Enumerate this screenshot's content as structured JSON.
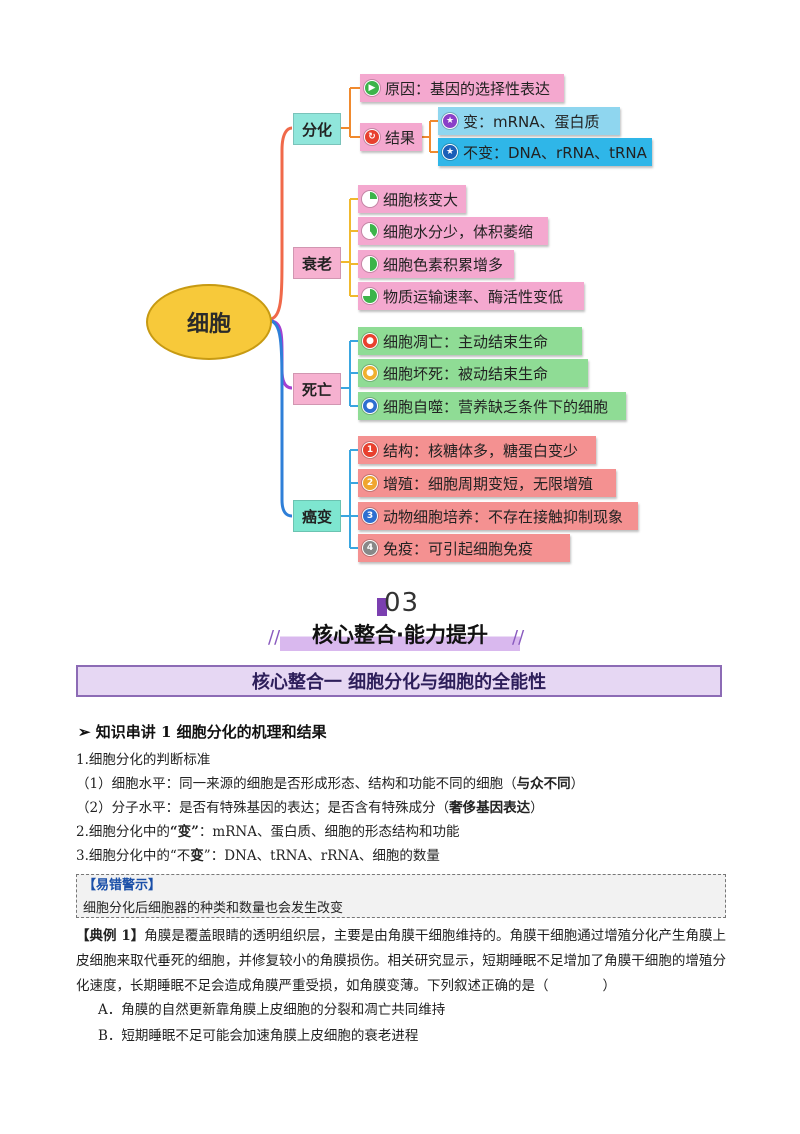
{
  "mindmap": {
    "root": "细胞",
    "branches": {
      "fenhua": "分化",
      "shuailao": "衰老",
      "siwang": "死亡",
      "aibian": "癌变"
    },
    "fenhua": {
      "reason": "原因：基因的选择性表达",
      "result": "结果",
      "change": "变：mRNA、蛋白质",
      "nochange": "不变：DNA、rRNA、tRNA"
    },
    "shuailao": [
      "细胞核变大",
      "细胞水分少，体积萎缩",
      "细胞色素积累增多",
      "物质运输速率、酶活性变低"
    ],
    "siwang": [
      "细胞凋亡：主动结束生命",
      "细胞坏死：被动结束生命",
      "细胞自噬：营养缺乏条件下的细胞"
    ],
    "aibian": [
      "结构：核糖体多，糖蛋白变少",
      "增殖：细胞周期变短，无限增殖",
      "动物细胞培养：不存在接触抑制现象",
      "免疫：可引起细胞免疫"
    ],
    "aibian_nums": [
      "1",
      "2",
      "3",
      "4"
    ]
  },
  "banner": {
    "number": "03",
    "title": "核心整合·能力提升",
    "section": "核心整合一 细胞分化与细胞的全能性"
  },
  "lecture": {
    "heading": "知识串讲 1  细胞分化的机理和结果",
    "l1": "1.细胞分化的判断标准",
    "l2": "（1）细胞水平：同一来源的细胞是否形成形态、结构和功能不同的细胞（",
    "l2b": "与众不同",
    "l2c": "）",
    "l3": "（2）分子水平：是否有特殊基因的表达；是否含有特殊成分（",
    "l3b": "奢侈基因表达",
    "l3c": "）",
    "l4a": "2.细胞分化中的",
    "l4b": "“变”",
    "l4c": "：mRNA、蛋白质、细胞的形态结构和功能",
    "l5a": "3.细胞分化中的“不",
    "l5b": "变",
    "l5c": "”：DNA、tRNA、rRNA、细胞的数量"
  },
  "warning": {
    "title": "【易错警示】",
    "text": "细胞分化后细胞器的种类和数量也会发生改变"
  },
  "example": {
    "label": "【典例 1】",
    "text": "角膜是覆盖眼睛的透明组织层，主要是由角膜干细胞维持的。角膜干细胞通过增殖分化产生角膜上皮细胞来取代垂死的细胞，并修复较小的角膜损伤。相关研究显示，短期睡眠不足增加了角膜干细胞的增殖分化速度，长期睡眠不足会造成角膜严重受损，如角膜变薄。下列叙述正确的是（　　　　）",
    "optA": "A．角膜的自然更新靠角膜上皮细胞的分裂和凋亡共同维持",
    "optB": "B．短期睡眠不足可能会加速角膜上皮细胞的衰老进程"
  }
}
